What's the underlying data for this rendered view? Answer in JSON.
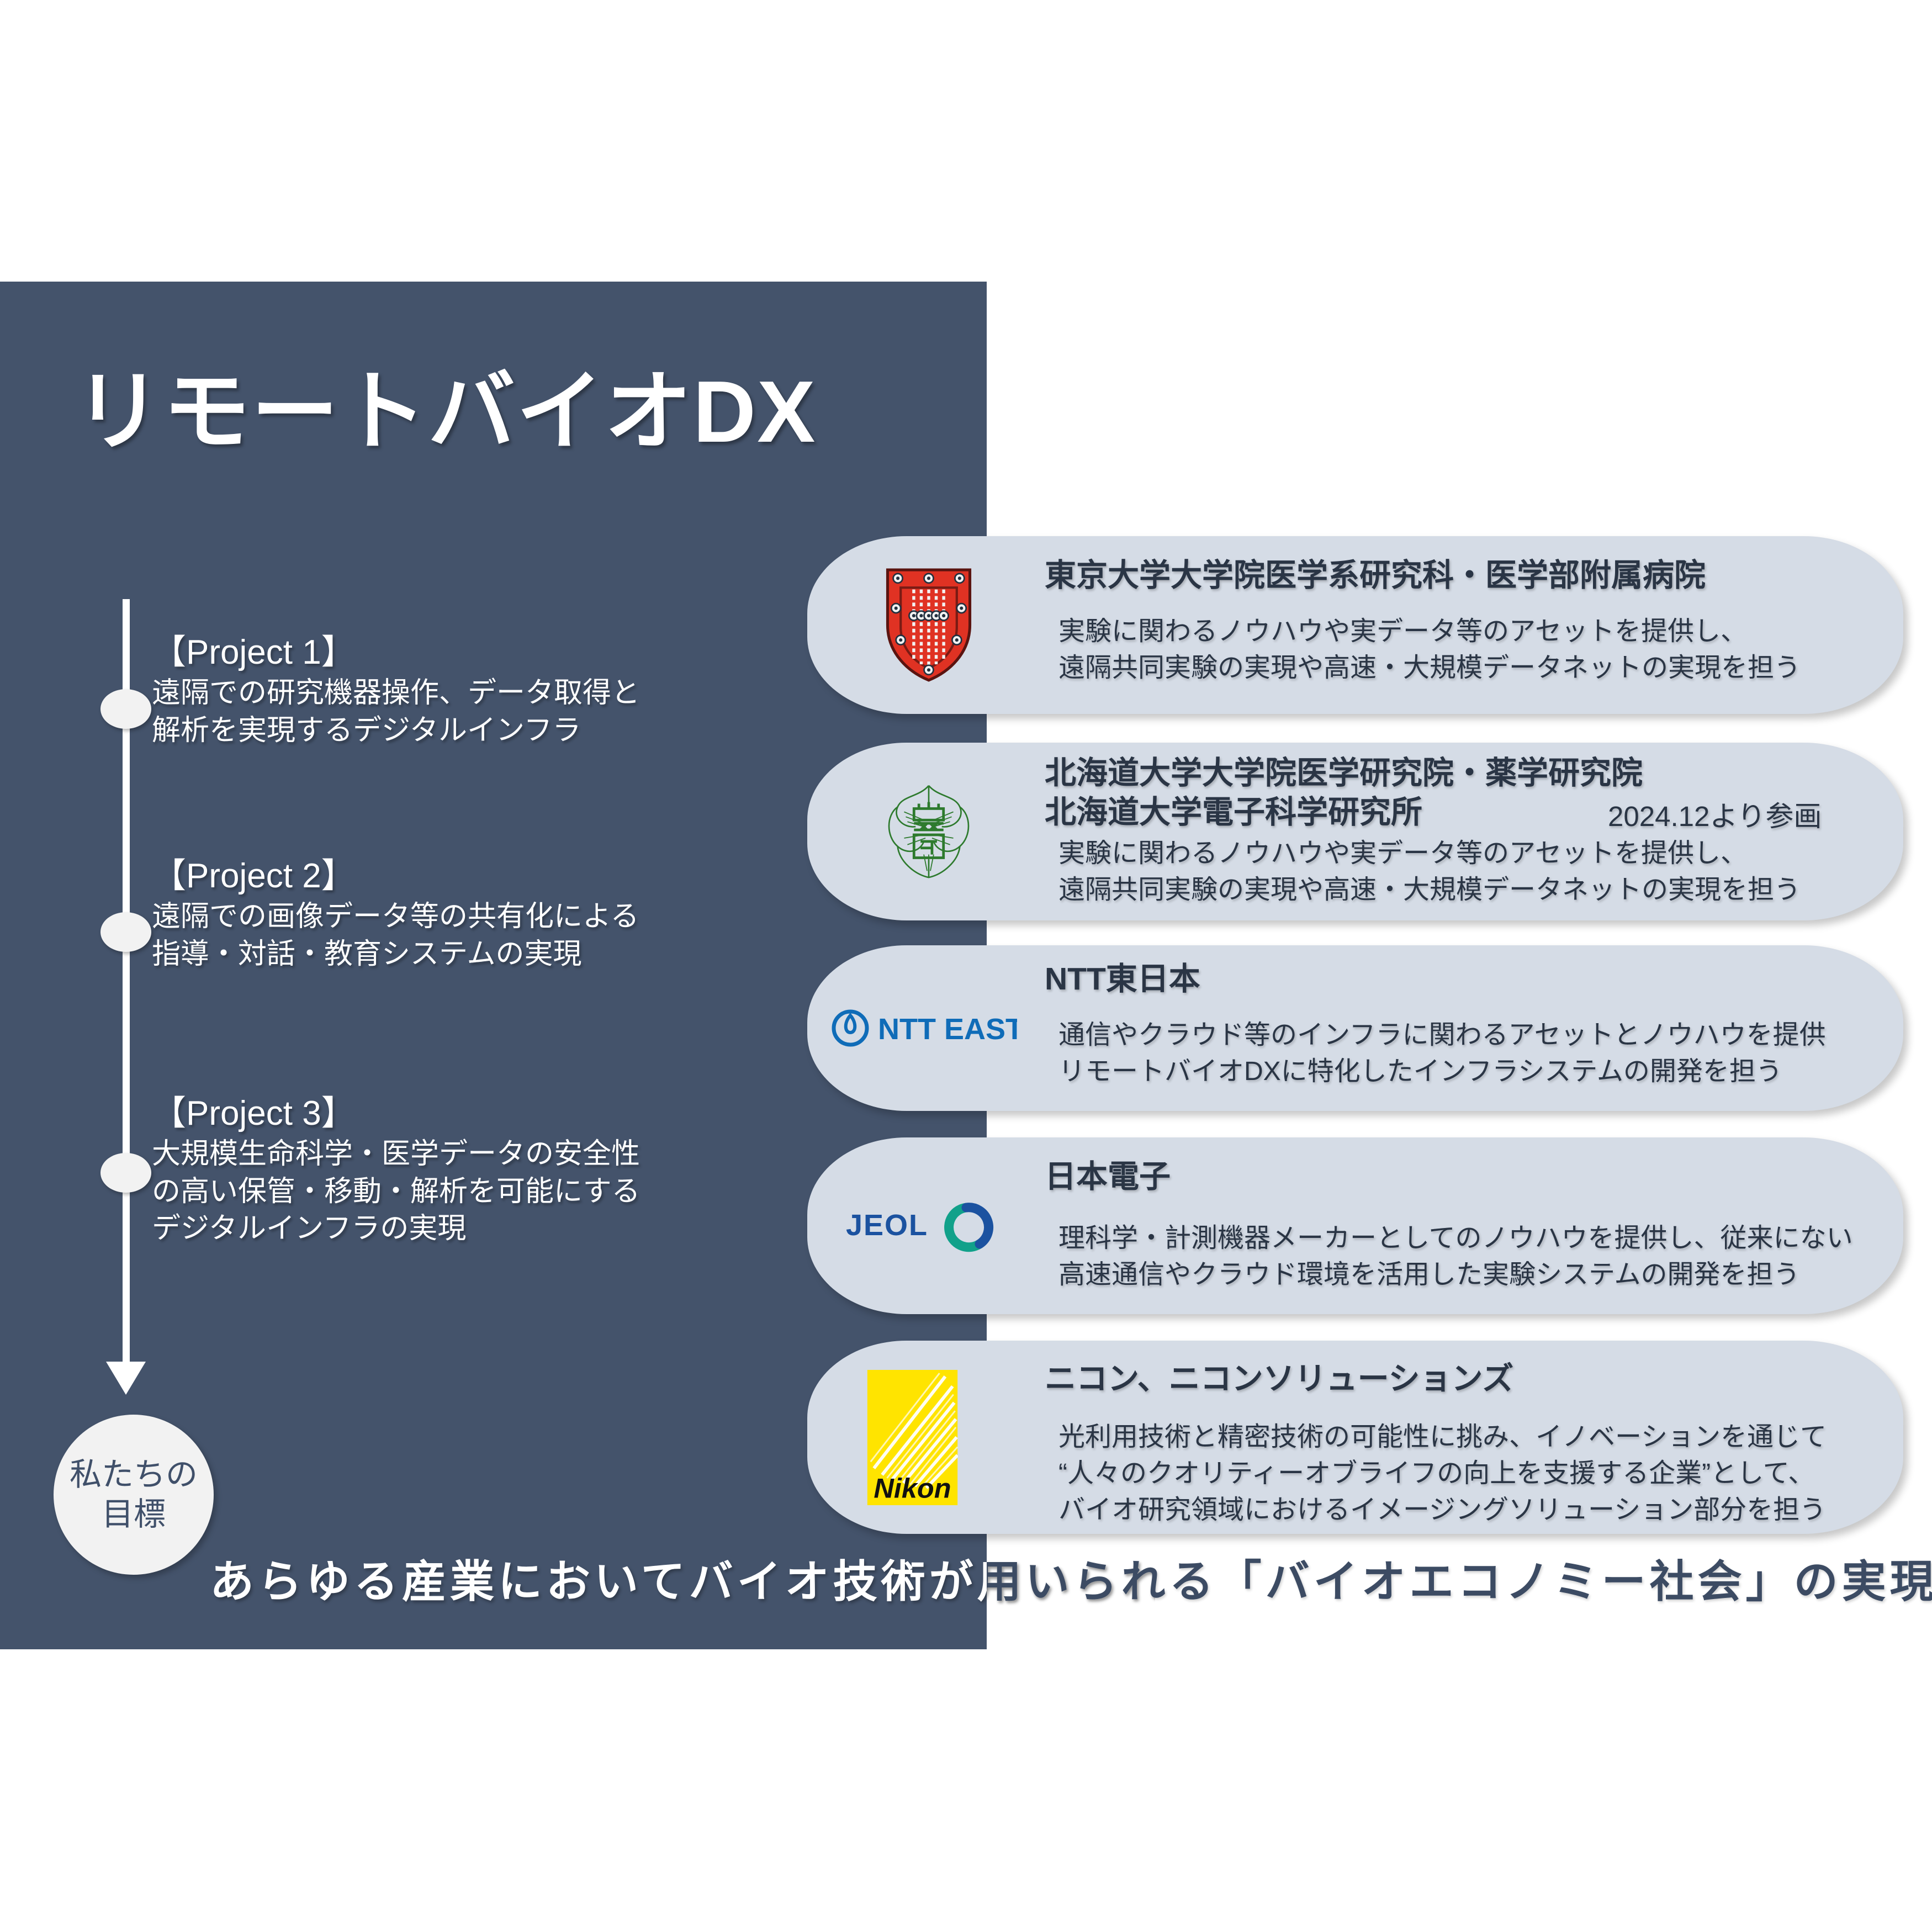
{
  "title": "リモートバイオDX",
  "colors": {
    "panel": "#44536b",
    "card": "#d5dce6",
    "card_text": "#2a3545",
    "goal_text": "#40506a",
    "utokyo_red": "#e03223",
    "hokudai_green": "#2d7a2d",
    "ntt_blue": "#0f6cb8",
    "jeol_blue": "#1b52a0",
    "jeol_teal": "#11a18a",
    "nikon_yellow": "#ffe400"
  },
  "projects": [
    {
      "heading": "【Project 1】",
      "lines": [
        "遠隔での研究機器操作、データ取得と",
        "解析を実現するデジタルインフラ"
      ]
    },
    {
      "heading": "【Project 2】",
      "lines": [
        "遠隔での画像データ等の共有化による",
        "指導・対話・教育システムの実現"
      ]
    },
    {
      "heading": "【Project 3】",
      "lines": [
        "大規模生命科学・医学データの安全性",
        "の高い保管・移動・解析を可能にする",
        "デジタルインフラの実現"
      ]
    }
  ],
  "goal": {
    "line1": "私たちの",
    "line2": "目標"
  },
  "partners": [
    {
      "logo": "utokyo-shield-logo",
      "title_lines": [
        "東京大学大学院医学系研究科・医学部附属病院"
      ],
      "note": "",
      "body_lines": [
        "実験に関わるノウハウや実データ等のアセットを提供し、",
        "遠隔共同実験の実現や高速・大規模データネットの実現を担う"
      ]
    },
    {
      "logo": "hokkaido-university-logo",
      "title_lines": [
        "北海道大学大学院医学研究院・薬学研究院",
        "北海道大学電子科学研究所"
      ],
      "note": "2024.12より参画",
      "body_lines": [
        "実験に関わるノウハウや実データ等のアセットを提供し、",
        "遠隔共同実験の実現や高速・大規模データネットの実現を担う"
      ]
    },
    {
      "logo": "ntt-east-logo",
      "title_lines": [
        "NTT東日本"
      ],
      "note": "",
      "body_lines": [
        "通信やクラウド等のインフラに関わるアセットとノウハウを提供",
        "リモートバイオDXに特化したインフラシステムの開発を担う"
      ]
    },
    {
      "logo": "jeol-logo",
      "title_lines": [
        "日本電子"
      ],
      "note": "",
      "body_lines": [
        "理科学・計測機器メーカーとしてのノウハウを提供し、従来にない",
        "高速通信やクラウド環境を活用した実験システムの開発を担う"
      ]
    },
    {
      "logo": "nikon-logo",
      "title_lines": [
        "ニコン、ニコンソリューションズ"
      ],
      "note": "",
      "body_lines": [
        "光利用技術と精密技術の可能性に挑み、イノベーションを通じて",
        "“人々のクオリティーオブライフの向上を支援する企業”として、",
        "バイオ研究領域におけるイメージングソリューション部分を担う"
      ]
    }
  ],
  "banner": "あらゆる産業においてバイオ技術が用いられる「バイオエコノミー社会」の実現",
  "logo_text": {
    "ntt_east": "NTT EAST",
    "jeol": "JEOL",
    "nikon": "Nikon"
  }
}
